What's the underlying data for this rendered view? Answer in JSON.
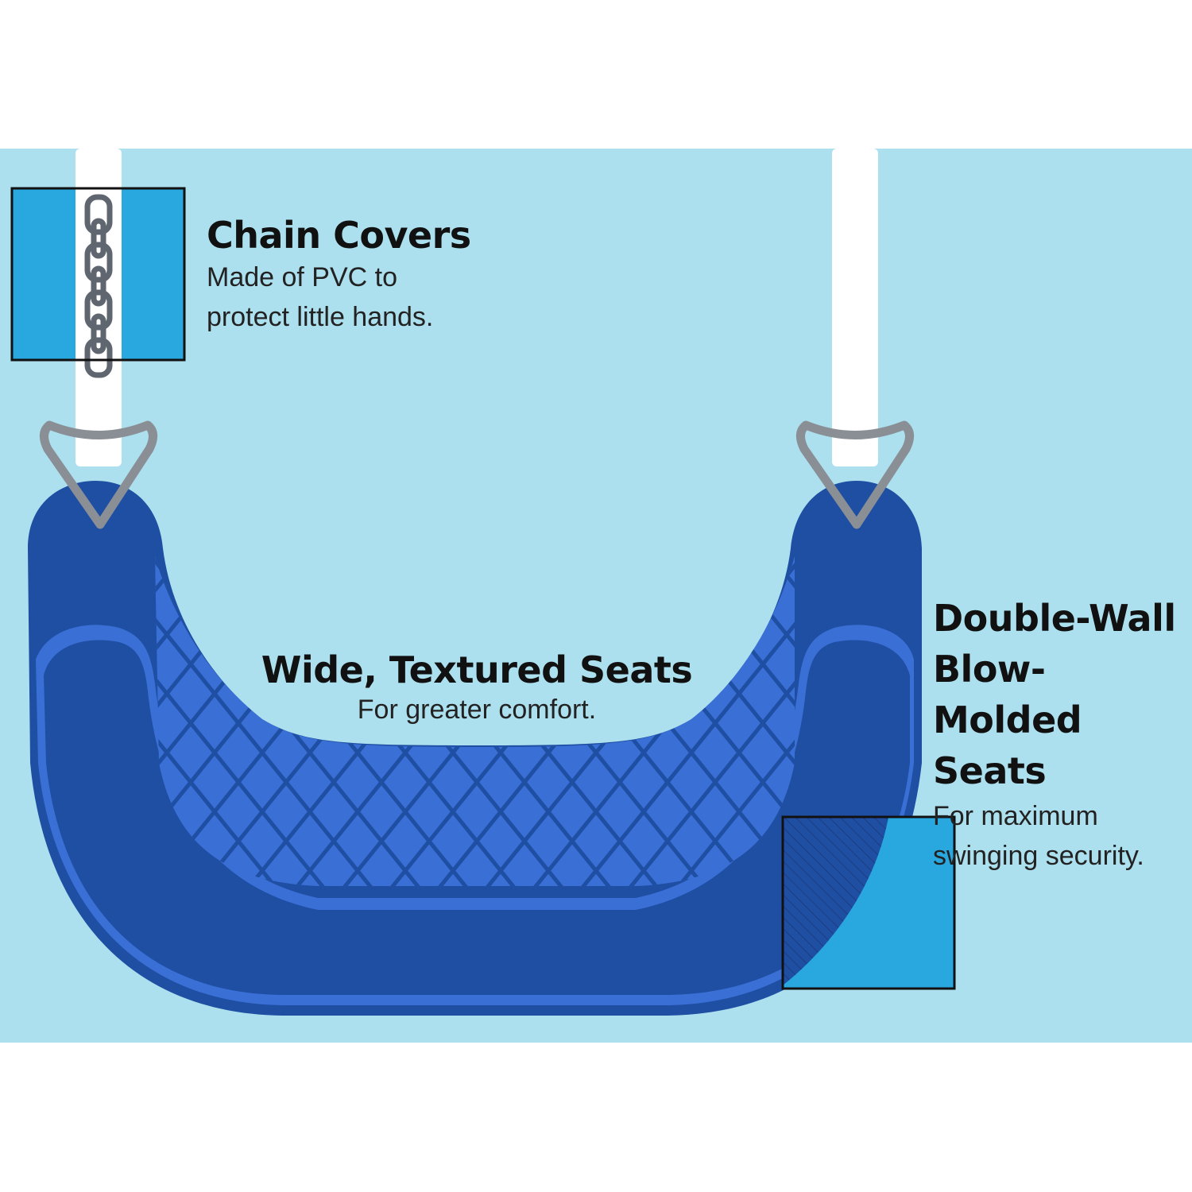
{
  "colors": {
    "background": "#ade0ee",
    "frame": "#ffffff",
    "chain_cover": "#ffffff",
    "seat_outer": "#1f4fa3",
    "seat_inner": "#2a57b5",
    "seat_texture": "#3a6fd6",
    "hardware": "#8a8f96",
    "inset_fill": "#29a8e0",
    "inset_border": "#111111"
  },
  "icons": {
    "chain_inset": "chain-link-icon",
    "wall_inset": "wall-cross-section-icon"
  },
  "callouts": {
    "chain_covers": {
      "title": "Chain Covers",
      "body": [
        "Made of PVC to",
        "protect little hands."
      ]
    },
    "textured_seats": {
      "title": "Wide, Textured Seats",
      "body": [
        "For greater comfort."
      ]
    },
    "double_wall": {
      "title": [
        "Double-Wall",
        "Blow-Molded",
        "Seats"
      ],
      "body": [
        "For maximum",
        "swinging security."
      ]
    }
  }
}
